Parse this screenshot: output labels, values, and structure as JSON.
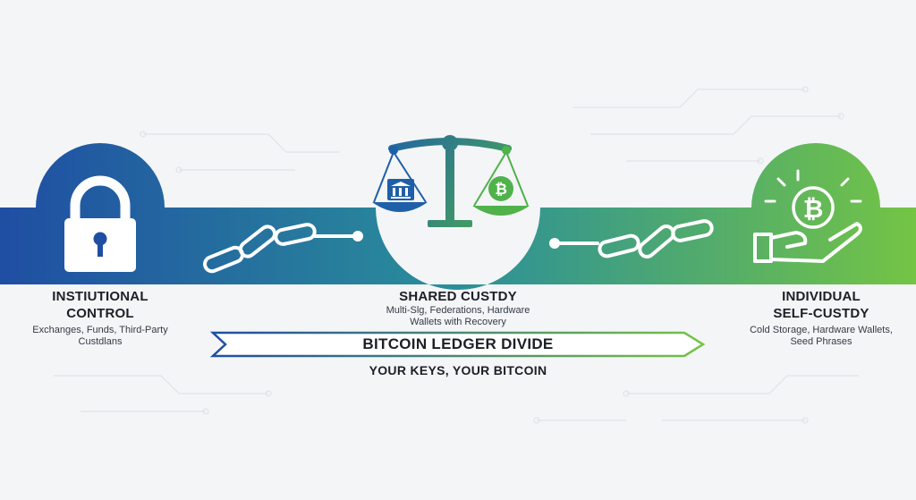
{
  "palette": {
    "band_start": "#1f4ea3",
    "band_mid": "#2a8f9a",
    "band_end": "#74c445",
    "icon_blue": "#3a8fd4",
    "icon_green": "#5ab845",
    "background": "#f4f5f7",
    "text": "#1d1f26"
  },
  "left_section": {
    "icon": "padlock-icon",
    "title": "INSTIUTIONAL\nCONTROL",
    "subtitle": "Exchanges, Funds, Third-Party\nCustdlans"
  },
  "middle_section": {
    "icon": "balance-scale-icon",
    "left_pan_icon": "bank-icon",
    "right_pan_icon": "bitcoin-icon",
    "title": "SHARED CUSTDY",
    "subtitle": "Multi-Slg, Federations, Hardware\nWallets with Recovery"
  },
  "right_section": {
    "icon": "hand-bitcoin-icon",
    "title": "INDIVIDUAL\nSELF-CUSTDY",
    "subtitle": "Cold Storage, Hardware Wallets,\nSeed Phrases"
  },
  "divider": {
    "label": "BITCOIN LEDGER DIVIDE",
    "tagline": "YOUR KEYS, YOUR BITCOIN"
  },
  "connectors": [
    "chain-link-icon",
    "chain-link-icon"
  ]
}
